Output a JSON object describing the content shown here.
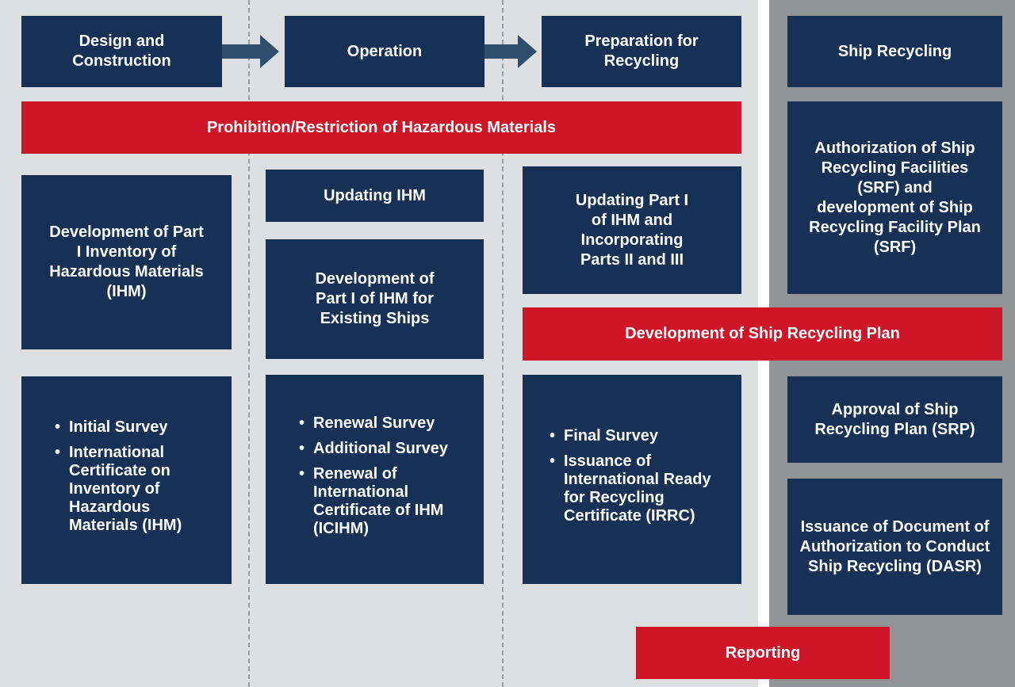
{
  "stages": {
    "design": "Design and Construction",
    "operation": "Operation",
    "preparation": "Preparation for Recycling",
    "recycling": "Ship Recycling"
  },
  "bars": {
    "prohibition": "Prohibition/Restriction of Hazardous Materials",
    "recycling_plan": "Development of Ship Recycling Plan",
    "reporting": "Reporting"
  },
  "design_col": {
    "ihm_development": "Development of Part I Inventory of Hazardous Materials (IHM)",
    "surveys": [
      "Initial Survey",
      "International Certificate on Inventory of Hazardous Materials (IHM)"
    ]
  },
  "operation_col": {
    "updating": "Updating IHM",
    "existing_ships": "Development of Part I of IHM for Existing Ships",
    "surveys": [
      "Renewal Survey",
      "Additional Survey",
      "Renewal of International Certificate of IHM (ICIHM)"
    ]
  },
  "preparation_col": {
    "updating_parts": "Updating Part I of IHM and Incorporating Parts II and III",
    "surveys": [
      "Final Survey",
      "Issuance of International Ready for Recycling Certificate (IRRC)"
    ]
  },
  "recycling_col": {
    "authorization": "Authorization of Ship Recycling Facilities (SRF) and development of Ship Recycling Facility Plan (SRF)",
    "approval": "Approval of Ship Recycling Plan (SRP)",
    "dasr": "Issuance of Document of Authorization to Conduct Ship Recycling (DASR)"
  },
  "colors": {
    "navy": "#163056",
    "red": "#cf1628",
    "light_bg": "#dedfe1",
    "dark_bg": "#929395",
    "arrow": "#2f4e6e"
  }
}
